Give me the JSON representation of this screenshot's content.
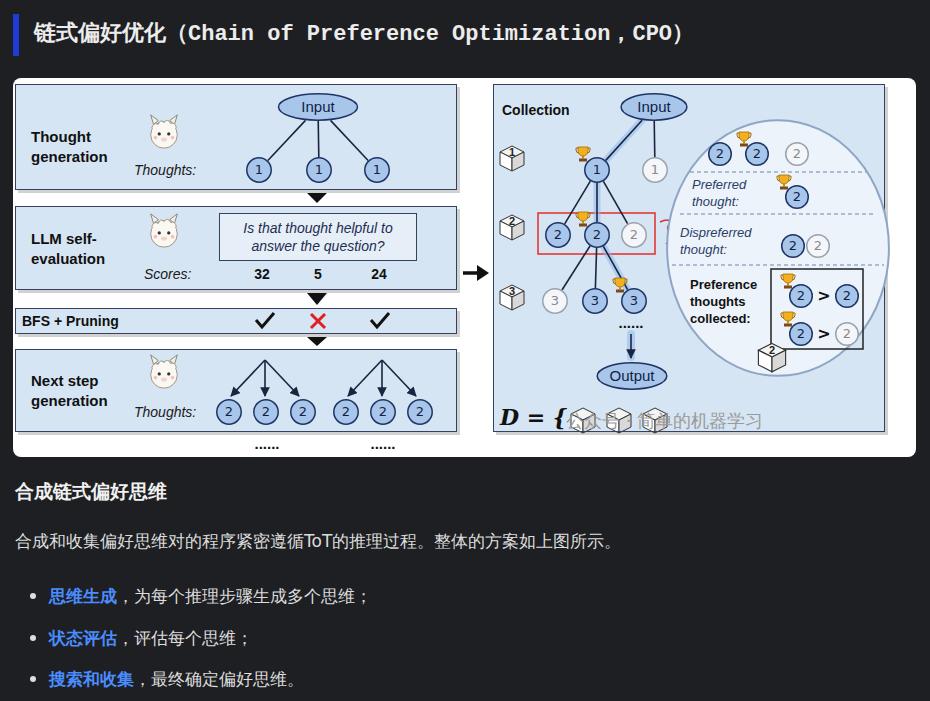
{
  "diagram": {
    "title": "链式偏好优化（Chain of Preference Optimization，CPO）",
    "nodes": [
      {
        "text": [
          "Thought generation",
          "Thoughts:"
        ]
      },
      {
        "text": [
          "Input"
        ],
        "in": 0
      },
      {
        "text": [
          "1"
        ],
        "in": 0
      },
      {
        "text": [
          "1"
        ],
        "in": 0
      },
      {
        "text": [
          "1"
        ],
        "in": 0
      },
      {
        "text": [
          "LLM self-evaluation",
          "Scores:"
        ]
      },
      {
        "text": [
          "Is that thought helpful to answer the question?"
        ],
        "in": 5
      },
      {
        "text": [
          "BFS + Pruning"
        ]
      },
      {
        "text": [
          "Next step generation",
          "Thoughts:"
        ]
      },
      {
        "text": [
          "2"
        ],
        "in": 8
      },
      {
        "text": [
          "2"
        ],
        "in": 8
      },
      {
        "text": [
          "2"
        ],
        "in": 8
      },
      {
        "text": [
          "2"
        ],
        "in": 8
      },
      {
        "text": [
          "2"
        ],
        "in": 8
      },
      {
        "text": [
          "2"
        ],
        "in": 8
      },
      {
        "text": [
          "Collection"
        ]
      },
      {
        "text": [
          "Input"
        ],
        "in": 15
      },
      {
        "text": [
          "1"
        ],
        "in": 15
      },
      {
        "text": [
          "1"
        ],
        "in": 15
      },
      {
        "text": [
          "2"
        ],
        "in": 15
      },
      {
        "text": [
          "2"
        ],
        "in": 15
      },
      {
        "text": [
          "2"
        ],
        "in": 15
      },
      {
        "text": [
          "3"
        ],
        "in": 15
      },
      {
        "text": [
          "3"
        ],
        "in": 15
      },
      {
        "text": [
          "3"
        ],
        "in": 15
      },
      {
        "text": [
          "Output"
        ],
        "in": 15
      },
      {
        "text": [
          "Preferred thought:",
          "Dispreferred thought:",
          "Preference thoughts collected:"
        ]
      },
      {
        "text": [
          "2"
        ],
        "in": 26
      },
      {
        "text": [
          "2"
        ],
        "in": 26
      },
      {
        "text": [
          "2"
        ],
        "in": 26
      },
      {
        "text": [
          "2"
        ],
        "in": 26
      },
      {
        "text": [
          "2"
        ],
        "in": 26
      },
      {
        "text": [
          "2"
        ],
        "in": 26
      },
      {
        "text": [
          "2"
        ],
        "in": 26
      },
      {
        "text": [
          "2"
        ],
        "in": 26
      },
      {
        "text": [
          "2"
        ],
        "in": 26
      },
      {
        "text": [
          "2"
        ],
        "in": 26
      }
    ],
    "edges": [
      {
        "from": 0,
        "to": 5,
        "arrow": "to"
      },
      {
        "from": 5,
        "to": 7,
        "arrow": "to"
      },
      {
        "from": 7,
        "to": 8,
        "arrow": "to"
      },
      {
        "from": 1,
        "to": 2,
        "arrow": "none"
      },
      {
        "from": 1,
        "to": 3,
        "arrow": "none"
      },
      {
        "from": 1,
        "to": 4,
        "arrow": "none"
      },
      {
        "from": 16,
        "to": 17,
        "arrow": "none"
      },
      {
        "from": 16,
        "to": 18,
        "arrow": "none"
      },
      {
        "from": 17,
        "to": 19,
        "arrow": "none"
      },
      {
        "from": 17,
        "to": 20,
        "arrow": "none"
      },
      {
        "from": 17,
        "to": 21,
        "arrow": "none"
      },
      {
        "from": 20,
        "to": 22,
        "arrow": "none"
      },
      {
        "from": 20,
        "to": 23,
        "arrow": "none"
      },
      {
        "from": 20,
        "to": 24,
        "arrow": "none"
      }
    ],
    "labels": [
      "32",
      "5",
      "24",
      "......",
      "......",
      "1",
      "2",
      "3",
      "......",
      "2",
      ">",
      ">",
      "D = {",
      "公众号 · 简单的机器学习",
      "合成链式偏好思维",
      "合成和收集偏好思维对的程序紧密遵循ToT的推理过程。整体的方案如上图所示。",
      "思维生成",
      "，为每个推理步骤生成多个思维；",
      "状态评估",
      "，评估每个思维；",
      "搜索和收集",
      "，最终确定偏好思维。"
    ]
  }
}
